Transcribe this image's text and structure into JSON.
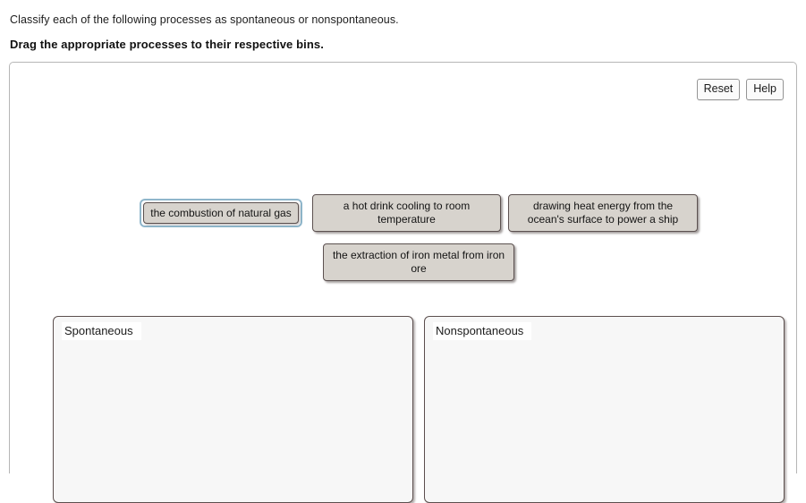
{
  "instructions": {
    "question": "Classify each of the following processes as spontaneous or nonspontaneous.",
    "prompt": "Drag the appropriate processes to their respective bins."
  },
  "toolbar": {
    "reset_label": "Reset",
    "help_label": "Help"
  },
  "drag_items": [
    {
      "id": "combustion",
      "label": "the combustion of natural gas",
      "selected": true
    },
    {
      "id": "hot-drink",
      "label": "a hot drink cooling to room temperature",
      "selected": false
    },
    {
      "id": "ocean-heat",
      "label": "drawing heat energy from the ocean's surface to power a ship",
      "selected": false
    },
    {
      "id": "iron-extraction",
      "label": "the extraction of iron metal from iron ore",
      "selected": false
    }
  ],
  "bins": [
    {
      "id": "spontaneous",
      "label": "Spontaneous",
      "contents": []
    },
    {
      "id": "nonspontaneous",
      "label": "Nonspontaneous",
      "contents": []
    }
  ],
  "colors": {
    "item_fill": "#d7d3cd",
    "item_border": "#5c5150",
    "bin_fill": "#f7f7f7",
    "bin_border": "#5c4f4e",
    "selection_ring": "#8fb6cb",
    "panel_border": "#b6b6b6"
  }
}
